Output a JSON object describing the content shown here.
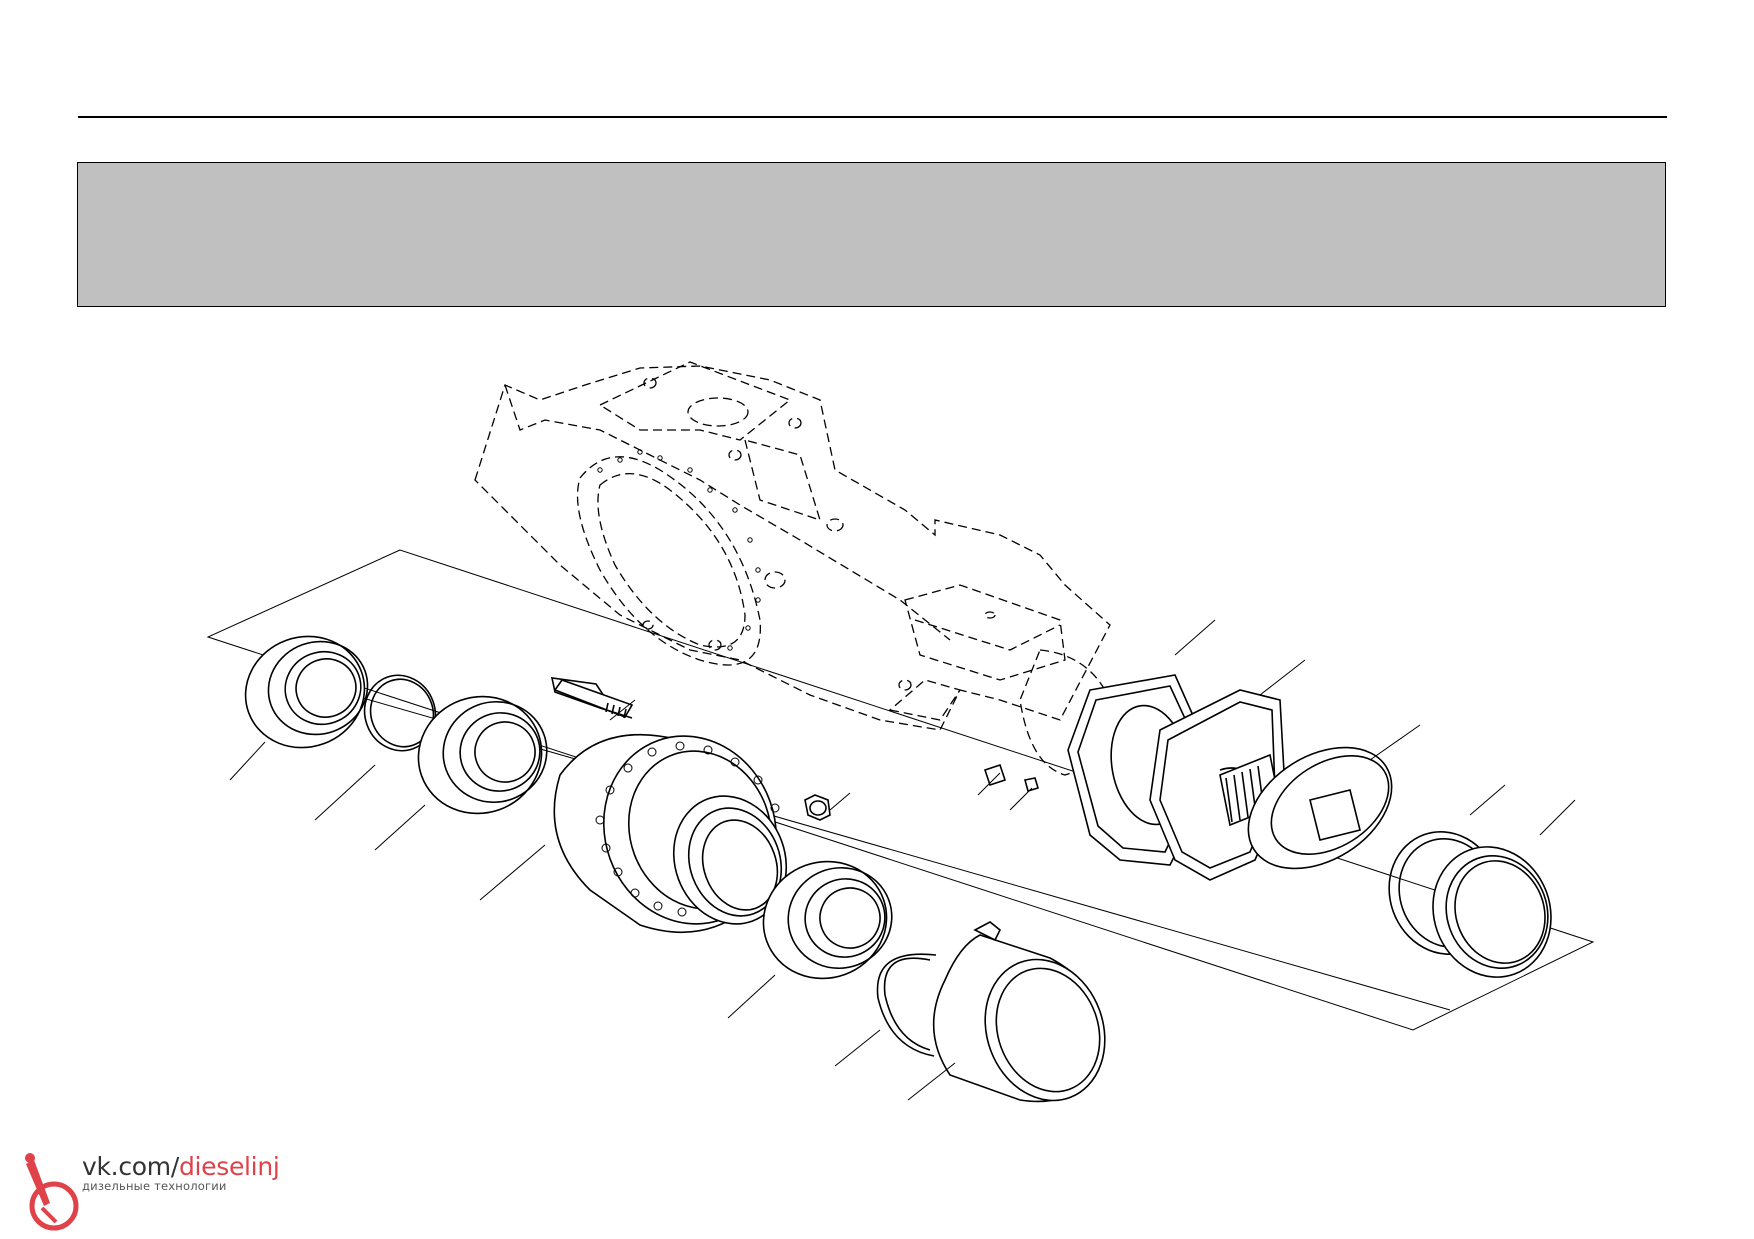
{
  "watermark": {
    "prefix": "vk.com/",
    "handle": "dieselinj",
    "tagline": "дизельные технологии",
    "accent_color": "#e0424a",
    "icon": "injector-logo-icon"
  },
  "colors": {
    "header_band": "#c0c0c0",
    "line": "#000000"
  }
}
